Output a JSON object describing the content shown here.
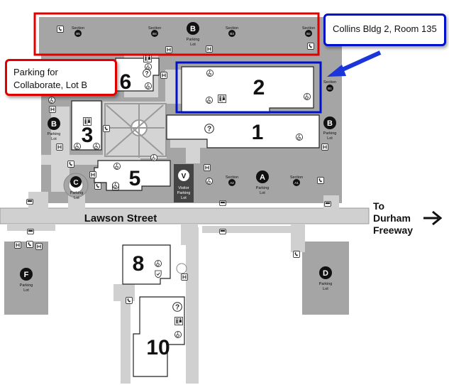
{
  "callouts": {
    "parking": "Parking for Collaborate, Lot B",
    "room": "Collins Bldg 2, Room 135"
  },
  "street": "Lawson Street",
  "to_durham": [
    "To",
    "Durham",
    "Freeway"
  ],
  "buildings": {
    "b1": "1",
    "b2": "2",
    "b3": "3",
    "b5": "5",
    "b6": "6",
    "b8": "8",
    "b10": "10"
  },
  "lots": {
    "letters": {
      "a": "A",
      "b": "B",
      "c": "C",
      "d": "D",
      "f": "F",
      "v": "V"
    },
    "parking": "Parking",
    "lot": "Lot",
    "visitor": "Visitor"
  },
  "sections": {
    "word": "Section",
    "b5": "B5",
    "b4": "B4",
    "b3": "B3",
    "b2": "B2",
    "b1": "B1",
    "a2": "A2",
    "a1": "A1"
  },
  "icons": {
    "help": "?",
    "handicap": "♿",
    "phone": "☎",
    "h": "H",
    "arrow": "→"
  },
  "colors": {
    "lot_gray": "#a5a5a5",
    "road_gray": "#d0d0d0",
    "highlight_red": "#e00000",
    "highlight_blue": "#0011cc",
    "arrow_blue": "#1a35d8"
  }
}
